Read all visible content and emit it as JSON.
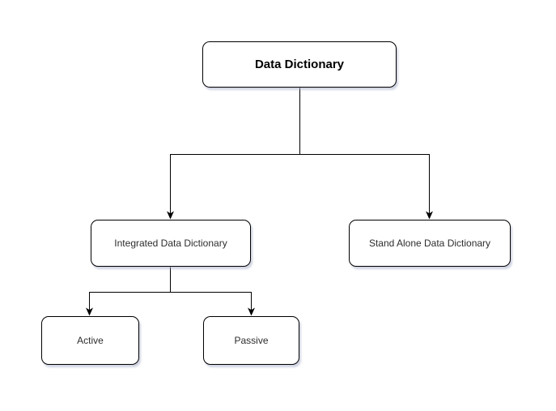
{
  "diagram": {
    "type": "tree",
    "title": "Data Dictionary",
    "nodes": {
      "root": {
        "label": "Data Dictionary"
      },
      "integrated": {
        "label": "Integrated Data Dictionary"
      },
      "standalone": {
        "label": "Stand Alone Data Dictionary"
      },
      "active": {
        "label": "Active"
      },
      "passive": {
        "label": "Passive"
      }
    },
    "edges": [
      {
        "from": "Data Dictionary",
        "to": "Integrated Data Dictionary"
      },
      {
        "from": "Data Dictionary",
        "to": "Stand Alone Data Dictionary"
      },
      {
        "from": "Integrated Data Dictionary",
        "to": "Active"
      },
      {
        "from": "Integrated Data Dictionary",
        "to": "Passive"
      }
    ],
    "colors": {
      "background": "#ffffff",
      "node_fill": "#ffffff",
      "node_border": "#000000",
      "connector": "#000000",
      "shadow": "#c8cfe0"
    }
  }
}
